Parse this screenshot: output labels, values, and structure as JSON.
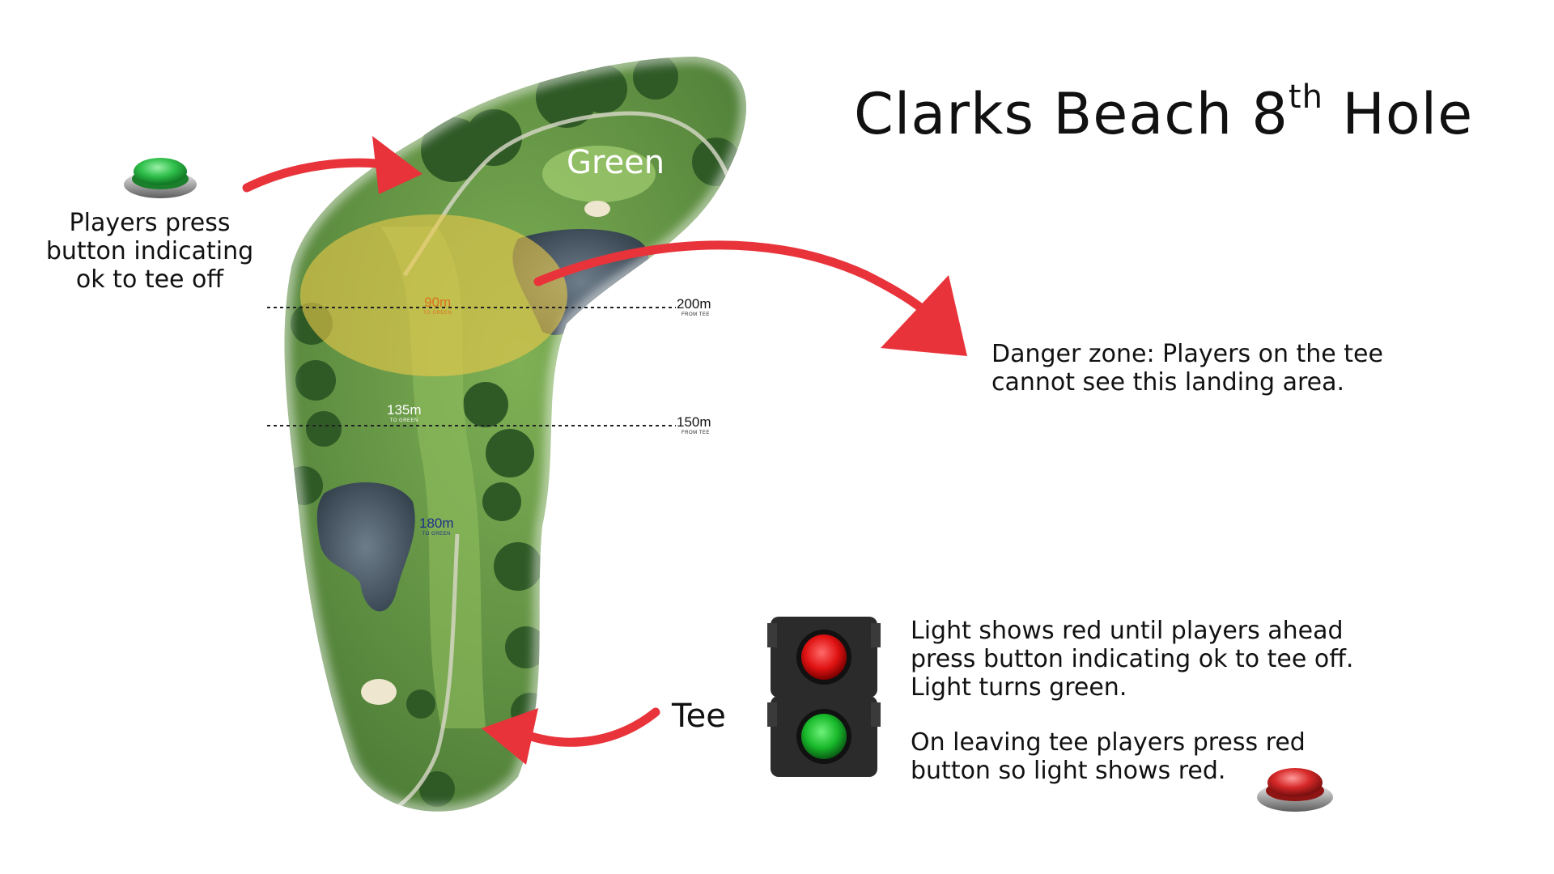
{
  "title": {
    "text": "Clarks Beach 8",
    "superscript": "th",
    "suffix": " Hole"
  },
  "labels": {
    "green": "Green",
    "tee": "Tee"
  },
  "captions": {
    "start_button": [
      "Players press",
      "button indicating",
      "ok to tee off"
    ],
    "danger_zone": [
      "Danger zone: Players on the tee",
      "cannot see this landing area."
    ],
    "traffic_light": [
      "Light shows red until players ahead",
      "press button indicating ok to tee off.",
      "Light turns green.",
      "",
      "On leaving tee players press red",
      "button so light shows red."
    ]
  },
  "distance_markers": {
    "from_tee_200": {
      "value": "200m",
      "sub": "FROM TEE"
    },
    "from_tee_150": {
      "value": "150m",
      "sub": "FROM TEE"
    },
    "to_green_90": {
      "value": "90m",
      "sub": "TO GREEN"
    },
    "to_green_135": {
      "value": "135m",
      "sub": "TO GREEN"
    },
    "to_green_180": {
      "value": "180m",
      "sub": "TO GREEN"
    }
  },
  "colors": {
    "arrow": "#e8333a",
    "danger_zone": "#e8c84a",
    "green_button": "#2fbf4a",
    "red_button": "#d62828",
    "fairway": "#6f9e48",
    "water": "#4a5a68"
  },
  "icons": [
    "green-push-button-icon",
    "red-push-button-icon",
    "traffic-light-icon"
  ]
}
